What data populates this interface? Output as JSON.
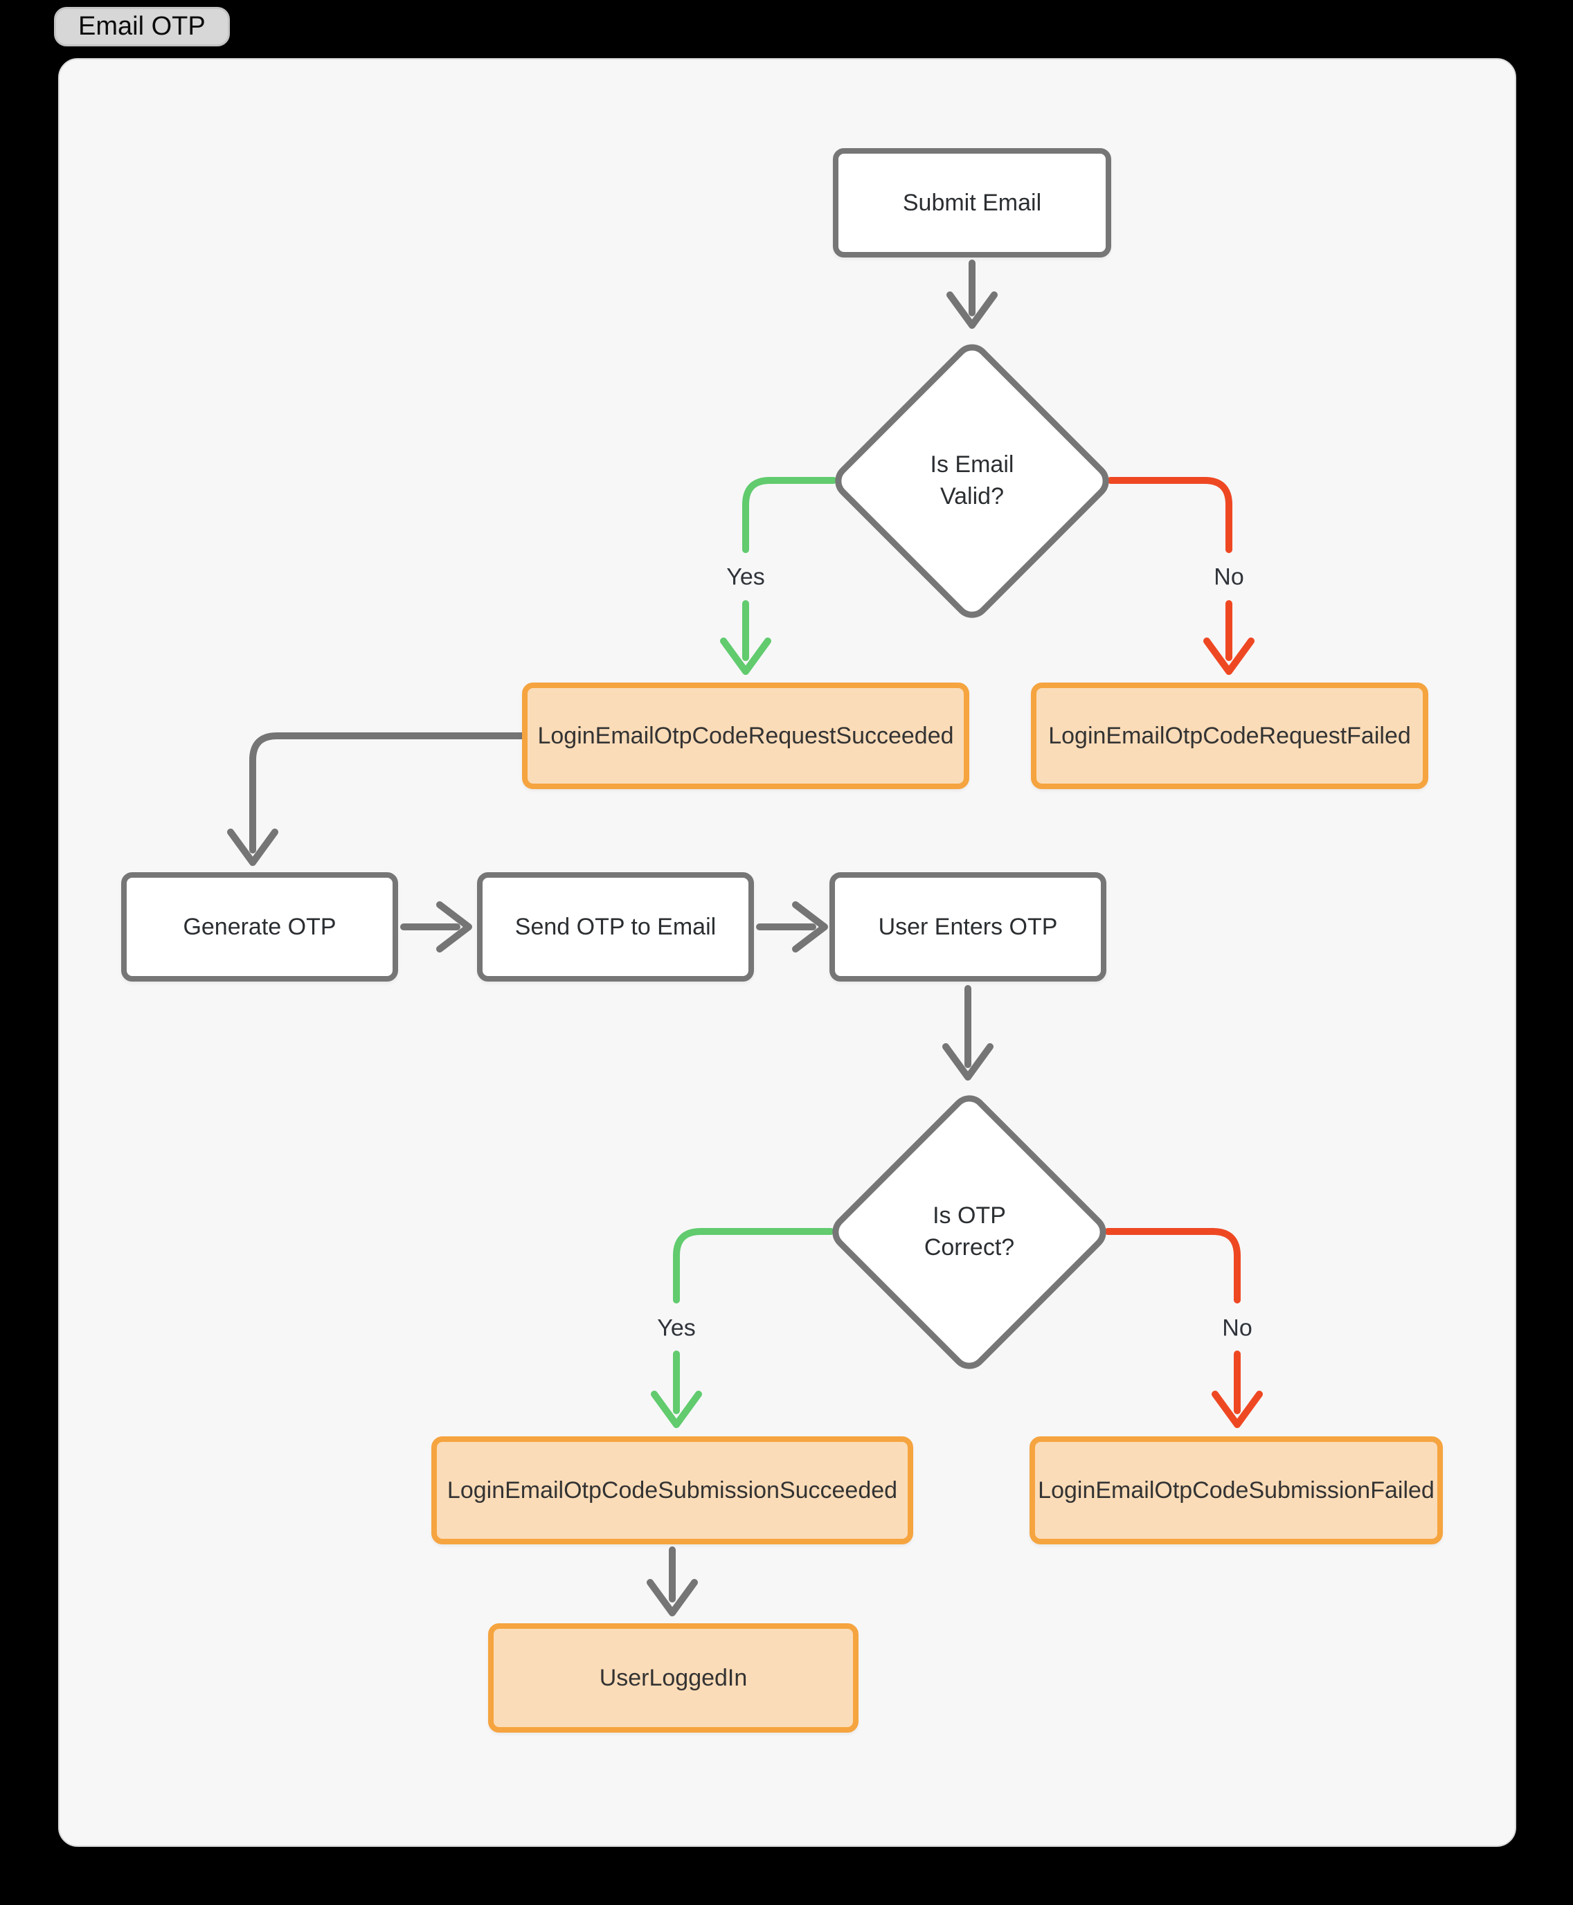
{
  "header": {
    "tab_label": "Email OTP"
  },
  "colors": {
    "page_background": "#000000",
    "canvas_background": "#F7F7F8",
    "process_border": "#767676",
    "process_fill": "#FFFFFF",
    "event_border": "#F5A43F",
    "event_fill": "#FBDCB8",
    "yes_edge": "#61CB6E",
    "no_edge": "#EE4823",
    "connector": "#757575",
    "text": "#2B2E31"
  },
  "nodes": {
    "submit_email": {
      "label": "Submit Email",
      "type": "process"
    },
    "is_email_valid": {
      "label": "Is Email\nValid?",
      "type": "decision"
    },
    "request_succeeded": {
      "label": "LoginEmailOtpCodeRequestSucceeded",
      "type": "event"
    },
    "request_failed": {
      "label": "LoginEmailOtpCodeRequestFailed",
      "type": "event"
    },
    "generate_otp": {
      "label": "Generate OTP",
      "type": "process"
    },
    "send_otp": {
      "label": "Send OTP to Email",
      "type": "process"
    },
    "user_enters_otp": {
      "label": "User Enters OTP",
      "type": "process"
    },
    "is_otp_correct": {
      "label": "Is OTP\nCorrect?",
      "type": "decision"
    },
    "submission_succeeded": {
      "label": "LoginEmailOtpCodeSubmissionSucceeded",
      "type": "event"
    },
    "submission_failed": {
      "label": "LoginEmailOtpCodeSubmissionFailed",
      "type": "event"
    },
    "user_logged_in": {
      "label": "UserLoggedIn",
      "type": "event"
    }
  },
  "edge_labels": {
    "email_valid_yes": "Yes",
    "email_valid_no": "No",
    "otp_correct_yes": "Yes",
    "otp_correct_no": "No"
  }
}
